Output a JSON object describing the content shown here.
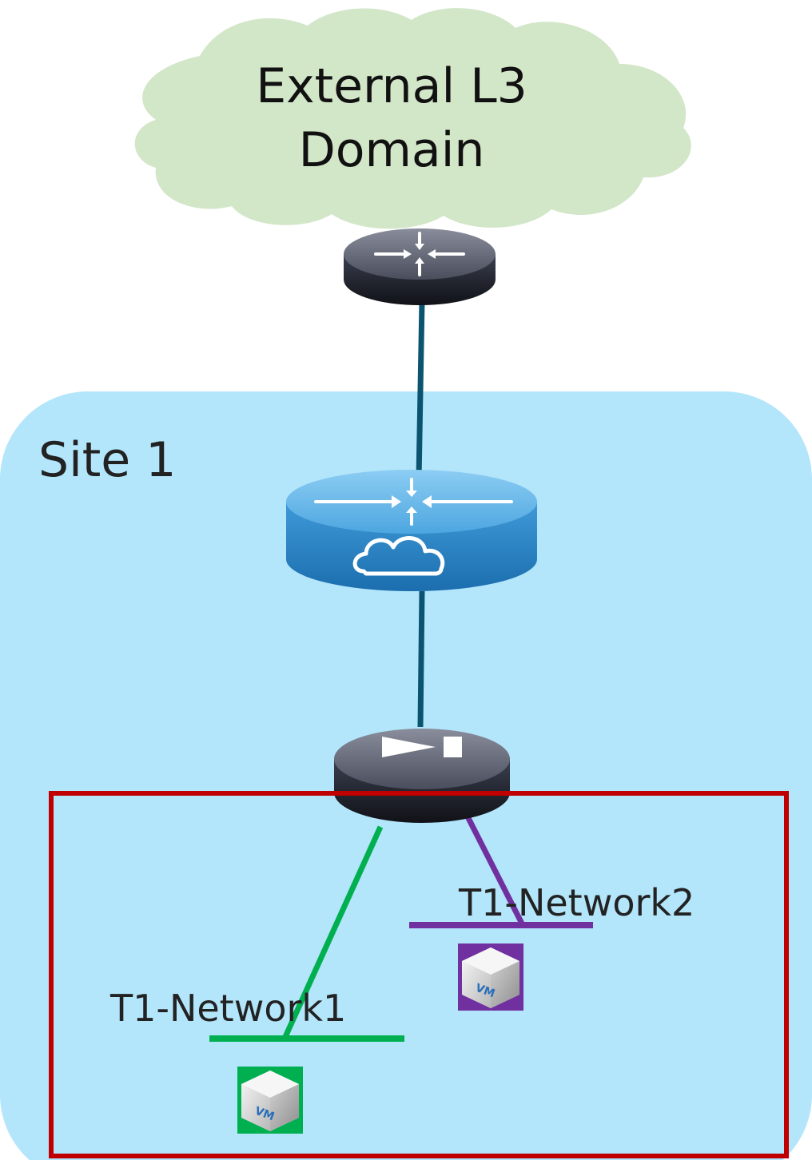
{
  "cloud": {
    "line1": "External L3",
    "line2": "Domain"
  },
  "site": {
    "label": "Site 1"
  },
  "networks": [
    {
      "label": "T1-Network1",
      "color": "#00b050"
    },
    {
      "label": "T1-Network2",
      "color": "#7030a0"
    }
  ],
  "vm": {
    "badge": "VM"
  },
  "colors": {
    "cloud_fill": "#d2e6c8",
    "site_fill": "#b3e5fb",
    "link": "#0b5470",
    "highlight_box": "#c00000",
    "router_dark": "#2f3340",
    "router_blue": "#3a8fd0"
  }
}
